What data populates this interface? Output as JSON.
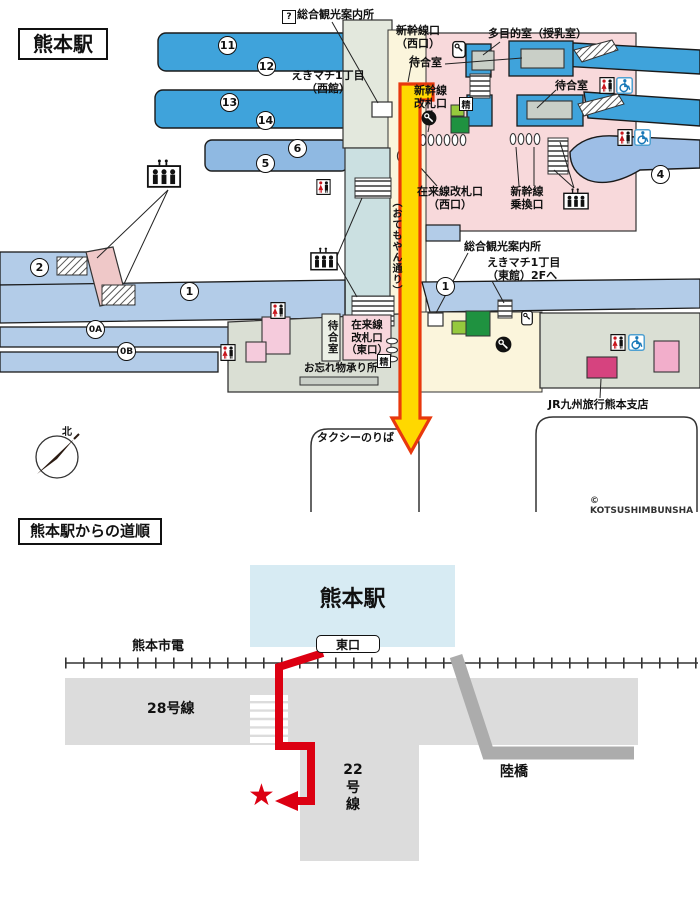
{
  "station_map": {
    "title": "熊本駅",
    "copyright": "© KOTSUSHIMBUNSHA",
    "compass_north": "北",
    "info_symbol": "?",
    "fare_adjust": "精",
    "platforms": {
      "p11": "11",
      "p12": "12",
      "p13": "13",
      "p14": "14",
      "p6": "6",
      "p5": "5",
      "p4": "4",
      "p2": "2",
      "p1_west": "1",
      "p1_east": "1",
      "p0a": "0A",
      "p0b": "0B"
    },
    "labels": {
      "tourist_info_top": "総合観光案内所",
      "shinkansen_exit": {
        "l1": "新幹線口",
        "l2": "（西口）"
      },
      "waiting_room_top": "待合室",
      "multipurpose_room": "多目的室（授乳室）",
      "waiting_room_right": "待合室",
      "ekimachi_west": {
        "l1": "えきマチ1丁目",
        "l2": "（西館）"
      },
      "shinkansen_gate": {
        "l1": "新幹線",
        "l2": "改札口"
      },
      "conventional_gate_west": {
        "l1": "在来線改札口",
        "l2": "（西口）"
      },
      "shinkansen_transfer": {
        "l1": "新幹線",
        "l2": "乗換口"
      },
      "otemoyan_street": "（おてもやん通り）",
      "tourist_info_center": "総合観光案内所",
      "ekimachi_east": {
        "l1": "えきマチ1丁目",
        "l2": "（東館）2Fへ"
      },
      "waiting_room_east": "待合室",
      "conventional_gate_east": {
        "l1": "在来線",
        "l2": "改札口",
        "l3": "（東口）"
      },
      "lost_and_found": "お忘れ物承り所",
      "jr_travel_branch": "JR九州旅行熊本支店",
      "taxi_stand": "タクシーのりば"
    }
  },
  "route_map": {
    "title": "熊本駅からの道順",
    "station": "熊本駅",
    "east_exit": "東口",
    "tram": "熊本市電",
    "road_28": "28号線",
    "road_22": {
      "l1": "22",
      "l2": "号",
      "l3": "線"
    },
    "overpass": "陸橋",
    "destination_star": "★"
  },
  "colors": {
    "platform_blue": "#3FA3DB",
    "platform_mid_blue": "#8FB9E2",
    "platform_light_blue": "#B3CCE8",
    "concourse_pink": "#F8D9DB",
    "concourse_cream": "#FBF5DC",
    "corridor_teal": "#CBE0E1",
    "building_gray": "#DADFD4",
    "route_arrow_yellow": "#FFD800",
    "route_arrow_border": "#E8380D",
    "route_red": "#DC0012",
    "road_gray": "#DCDCDC",
    "overpass_gray": "#ACACAC",
    "station_fill": "#D7EBF3",
    "shop_magenta": "#D6437F"
  }
}
